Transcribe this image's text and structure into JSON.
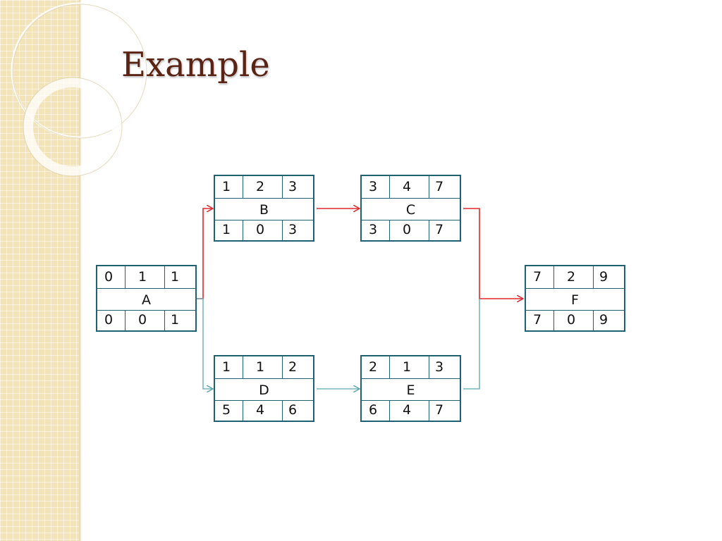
{
  "slide": {
    "title": "Example"
  },
  "colors": {
    "critical": "#e0282c",
    "normal": "#5aa7b8",
    "node_border": "#1f6170",
    "title": "#5b2314"
  },
  "nodes": {
    "A": {
      "name": "A",
      "es": "0",
      "dur": "1",
      "ef": "1",
      "ls": "0",
      "slack": "0",
      "lf": "1"
    },
    "B": {
      "name": "B",
      "es": "1",
      "dur": "2",
      "ef": "3",
      "ls": "1",
      "slack": "0",
      "lf": "3"
    },
    "C": {
      "name": "C",
      "es": "3",
      "dur": "4",
      "ef": "7",
      "ls": "3",
      "slack": "0",
      "lf": "7"
    },
    "D": {
      "name": "D",
      "es": "1",
      "dur": "1",
      "ef": "2",
      "ls": "5",
      "slack": "4",
      "lf": "6"
    },
    "E": {
      "name": "E",
      "es": "2",
      "dur": "1",
      "ef": "3",
      "ls": "6",
      "slack": "4",
      "lf": "7"
    },
    "F": {
      "name": "F",
      "es": "7",
      "dur": "2",
      "ef": "9",
      "ls": "7",
      "slack": "0",
      "lf": "9"
    }
  },
  "edges": [
    {
      "from": "A",
      "to": "B",
      "critical": true
    },
    {
      "from": "A",
      "to": "D",
      "critical": false
    },
    {
      "from": "B",
      "to": "C",
      "critical": true
    },
    {
      "from": "D",
      "to": "E",
      "critical": false
    },
    {
      "from": "C",
      "to": "F",
      "critical": true
    },
    {
      "from": "E",
      "to": "F",
      "critical": false
    }
  ]
}
